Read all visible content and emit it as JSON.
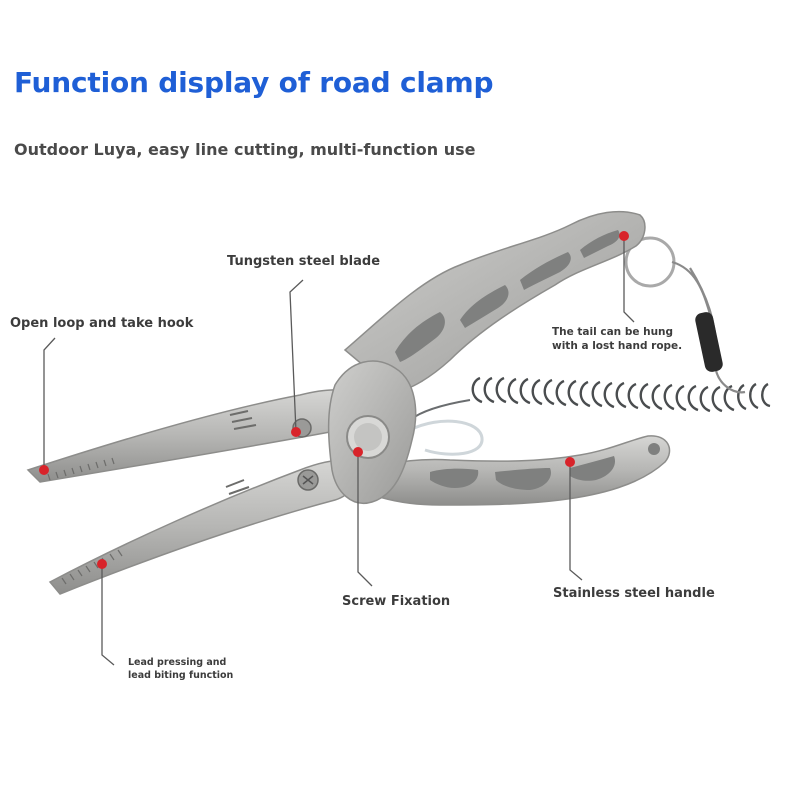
{
  "header": {
    "title": "Function display of road clamp",
    "subtitle": "Outdoor Luya, easy line cutting, multi-function use"
  },
  "callouts": {
    "tungsten_blade": "Tungsten steel blade",
    "open_loop": "Open loop and take hook",
    "tail_line1": "The tail can be hung",
    "tail_line2": "with a lost hand rope.",
    "screw": "Screw Fixation",
    "handle": "Stainless steel handle",
    "lead_line1": "Lead pressing and",
    "lead_line2": "lead biting function"
  },
  "colors": {
    "title": "#1f5fd6",
    "marker": "#d8232a",
    "metal": "#b8b8b6"
  }
}
